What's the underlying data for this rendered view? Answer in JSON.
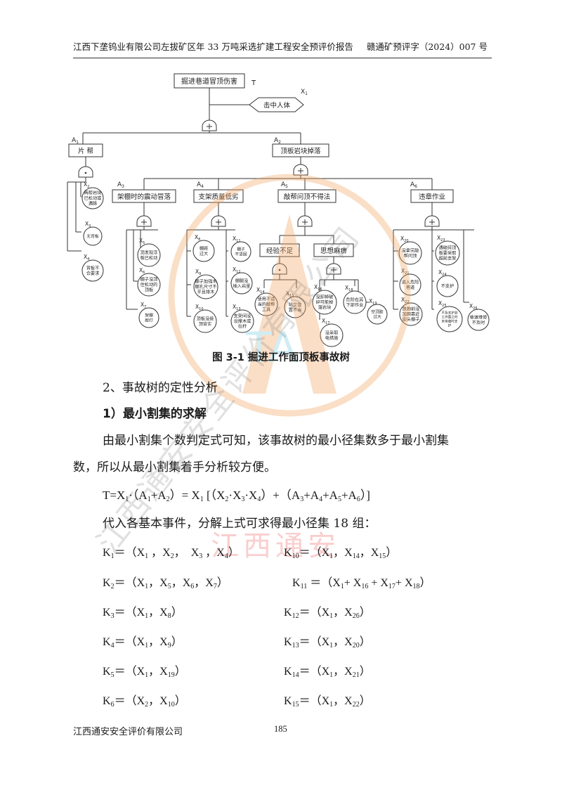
{
  "header": {
    "title": "江西下垄钨业有限公司左拔矿区年 33 万吨采选扩建工程安全预评价报告",
    "doc_number": "赣通矿预评字（2024）007 号"
  },
  "tree": {
    "top_event": "掘进巷道冒顶伤害",
    "top_symbol": "T",
    "x1": {
      "id": "X",
      "sub": "1",
      "label": "击中人体"
    },
    "a1": {
      "id": "A",
      "sub": "1",
      "label": "片  帮"
    },
    "a2": {
      "id": "A",
      "sub": "2",
      "label": "顶板岩块掉落"
    },
    "a3": {
      "id": "A",
      "sub": "3",
      "label": "架棚时的震动冒落"
    },
    "a4": {
      "id": "A",
      "sub": "4",
      "label": "支架质量低劣"
    },
    "a5": {
      "id": "A",
      "sub": "5",
      "label": "敲帮问顶不得法"
    },
    "a6": {
      "id": "A",
      "sub": "6",
      "label": "违章作业"
    },
    "b1": {
      "label": "经验不足"
    },
    "b2": {
      "label": "思想麻痹"
    },
    "x2": {
      "id": "X",
      "sub": "2",
      "lines": [
        "两帮岩块",
        "已松动或",
        "遇脉"
      ]
    },
    "x3": {
      "id": "X",
      "sub": "3",
      "lines": [
        "无背板"
      ]
    },
    "x4": {
      "id": "X",
      "sub": "4",
      "lines": [
        "背板不",
        "合要求"
      ]
    },
    "x5": {
      "id": "X",
      "sub": "5",
      "lines": [
        "顶发现浮",
        "板已松动"
      ]
    },
    "x6": {
      "id": "X",
      "sub": "6",
      "lines": [
        "棚子没顶",
        "住松动的",
        "顶板"
      ]
    },
    "x7": {
      "id": "X",
      "sub": "7",
      "lines": [
        "架棚",
        "敲打"
      ]
    },
    "x8": {
      "id": "X",
      "sub": "8",
      "lines": [
        "棚距",
        "过大"
      ]
    },
    "x9": {
      "id": "X",
      "sub": "9",
      "lines": [
        "棚子加强木",
        "棚孔尺寸不",
        "平且排木"
      ]
    },
    "x10": {
      "id": "X",
      "sub": "10",
      "lines": [
        "顶板没接",
        "顶背实"
      ]
    },
    "x11": {
      "id": "X",
      "sub": "11",
      "lines": [
        "棚子",
        "不坚固"
      ]
    },
    "x12": {
      "id": "X",
      "sub": "12",
      "lines": [
        "棚腿没",
        "插入岩里"
      ]
    },
    "x13": {
      "id": "X",
      "sub": "13",
      "lines": [
        "支架间没",
        "设撑木或",
        "拉杆"
      ]
    },
    "x14": {
      "id": "X",
      "sub": "14",
      "lines": [
        "使用不适",
        "当的敲帮",
        "工具"
      ]
    },
    "x15": {
      "id": "X",
      "sub": "15",
      "lines": [
        "站立位",
        "置不当"
      ]
    },
    "x16": {
      "id": "X",
      "sub": "16",
      "lines": [
        "没卸掉破",
        "碎可能掉",
        "落岩块"
      ]
    },
    "x17": {
      "id": "X",
      "sub": "17",
      "lines": [
        "没采取",
        "电措施"
      ]
    },
    "x18": {
      "id": "X",
      "sub": "18",
      "lines": [
        "危险在其",
        "下部作业"
      ]
    },
    "x19": {
      "id": "X",
      "sub": "19",
      "lines": [
        "空顶距",
        "过大"
      ]
    },
    "x20": {
      "id": "X",
      "sub": "20",
      "lines": [
        "没拿完敲",
        "帮问顶"
      ]
    },
    "x21": {
      "id": "X",
      "sub": "21",
      "lines": [
        "进入危险",
        "巷道"
      ]
    },
    "x22": {
      "id": "X",
      "sub": "22",
      "lines": [
        "放炮前没",
        "加固靠近",
        "迎头棚子"
      ]
    },
    "x23": {
      "id": "X",
      "sub": "23",
      "lines": [
        "遇破碎顶",
        "板要采取",
        "超前支架"
      ]
    },
    "x24": {
      "id": "X",
      "sub": "24",
      "lines": [
        "不支护"
      ]
    },
    "x25": {
      "id": "X",
      "sub": "25",
      "lines": [
        "不及支护到",
        "工作面之时",
        "未将临时支",
        "护"
      ]
    },
    "x26": {
      "id": "X",
      "sub": "26",
      "lines": [
        "巷道维修",
        "不及时"
      ]
    }
  },
  "caption": "图 3-1    掘进工作面顶板事故树",
  "section_title": "2、事故树的定性分析",
  "subsection_title": "1）最小割集的求解",
  "body": {
    "line1": "由最小割集个数判定式可知，该事故树的最小径集数多于最小割集",
    "line2": "数，所以从最小割集着手分析较方便。",
    "intro": "代入各基本事件，分解上式可求得最小径集 18 组："
  },
  "watermark": {
    "company_vertical": "江西通安安全评价有限公司",
    "company_short": "江西通安"
  },
  "footer": {
    "company": "江西通安安全评价有限公司",
    "page_number": "185"
  }
}
